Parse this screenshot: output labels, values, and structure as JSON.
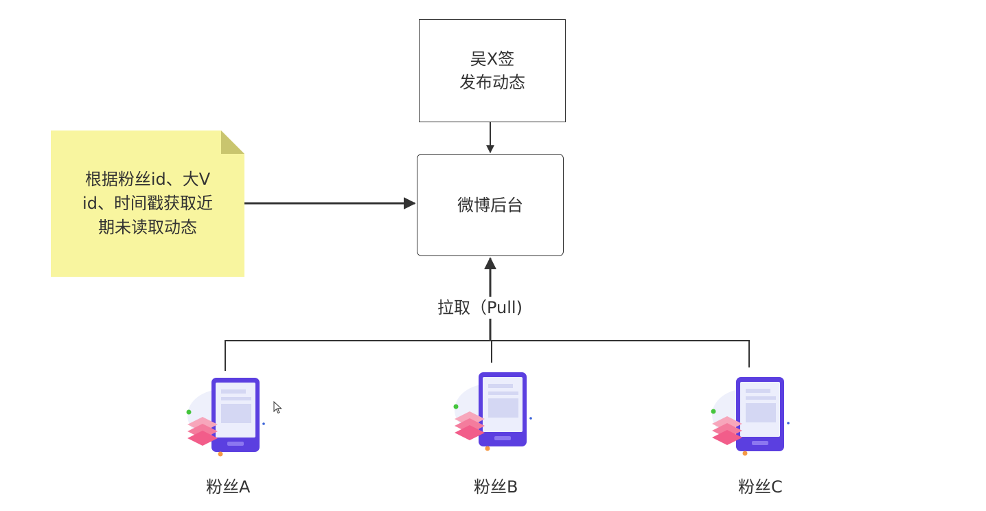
{
  "publisher": {
    "line1": "吴X签",
    "line2": "发布动态"
  },
  "backend": {
    "label": "微博后台"
  },
  "note": {
    "line1": "根据粉丝id、大V",
    "line2": "id、时间戳获取近",
    "line3": "期未读取动态"
  },
  "pull_label": "拉取（Pull)",
  "fans": [
    {
      "label": "粉丝A"
    },
    {
      "label": "粉丝B"
    },
    {
      "label": "粉丝C"
    }
  ],
  "colors": {
    "line": "#333333",
    "note_fill": "#f8f59f",
    "note_fold": "#c9c56e",
    "phone_body": "#5b3fe0",
    "phone_screen": "#eceefc",
    "phone_stack": "#f25d8a",
    "accent_green": "#44c53c",
    "accent_orange": "#f59a45",
    "accent_blue": "#3b63d8"
  },
  "icons": {
    "fan_device": "smartphone-with-layers-icon",
    "cursor": "mouse-pointer-icon"
  }
}
